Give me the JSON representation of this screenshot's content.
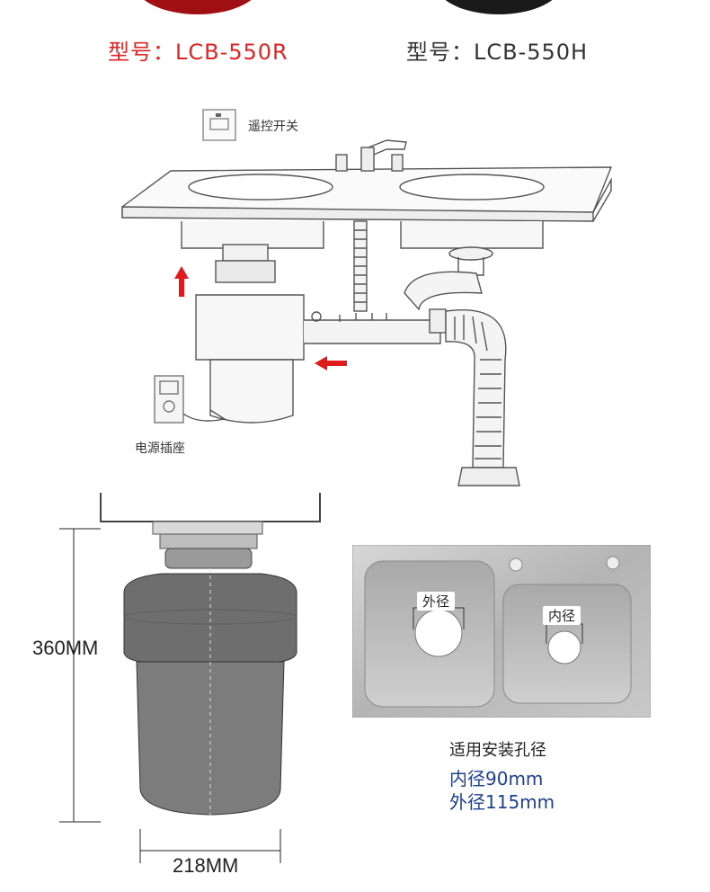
{
  "models": {
    "left": {
      "label": "型号：LCB-550R",
      "color": "#e02424"
    },
    "right": {
      "label": "型号：LCB-550H",
      "color": "#333333"
    }
  },
  "install_diagram": {
    "remote_switch_label": "遥控开关",
    "power_socket_label": "电源插座",
    "arrow_color": "#e01b1b"
  },
  "dimensions": {
    "height": "360MM",
    "width": "218MM"
  },
  "sink_photo": {
    "outer_label": "外径",
    "inner_label": "内径"
  },
  "specs": {
    "title": "适用安装孔径",
    "inner": "内径90mm",
    "outer": "外径115mm",
    "accent": "#1f3f8f"
  }
}
